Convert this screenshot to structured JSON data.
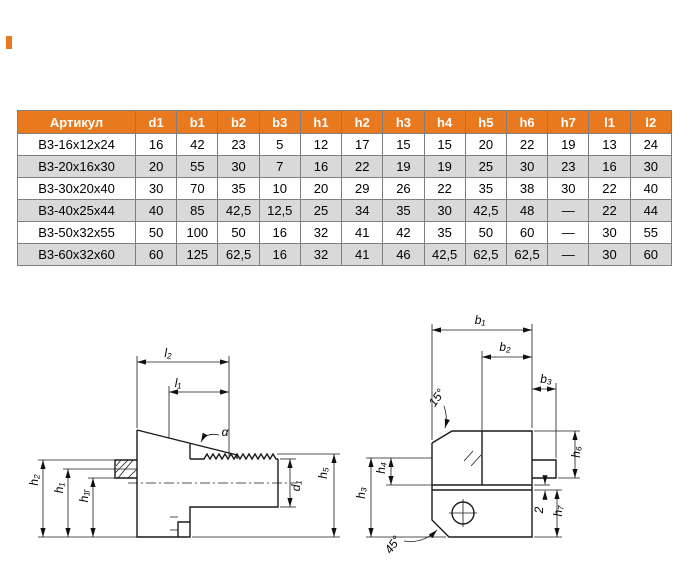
{
  "page": {
    "background": "#FFFFFF"
  },
  "colors": {
    "accent_orange": "#E8791F",
    "table_header_bg": "#E8791F",
    "table_header_text": "#FFFFFF",
    "table_row_alt_bg": "#D9D9D9",
    "table_border": "#7F7F7F",
    "drawing_line": "#1A1A1A"
  },
  "table": {
    "headers": [
      "Артикул",
      "d1",
      "b1",
      "b2",
      "b3",
      "h1",
      "h2",
      "h3",
      "h4",
      "h5",
      "h6",
      "h7",
      "l1",
      "l2"
    ],
    "rows": [
      [
        "B3-16x12x24",
        "16",
        "42",
        "23",
        "5",
        "12",
        "17",
        "15",
        "15",
        "20",
        "22",
        "19",
        "13",
        "24"
      ],
      [
        "B3-20x16x30",
        "20",
        "55",
        "30",
        "7",
        "16",
        "22",
        "19",
        "19",
        "25",
        "30",
        "23",
        "16",
        "30"
      ],
      [
        "B3-30x20x40",
        "30",
        "70",
        "35",
        "10",
        "20",
        "29",
        "26",
        "22",
        "35",
        "38",
        "30",
        "22",
        "40"
      ],
      [
        "B3-40x25x44",
        "40",
        "85",
        "42,5",
        "12,5",
        "25",
        "34",
        "35",
        "30",
        "42,5",
        "48",
        "—",
        "22",
        "44"
      ],
      [
        "B3-50x32x55",
        "50",
        "100",
        "50",
        "16",
        "32",
        "41",
        "42",
        "35",
        "50",
        "60",
        "—",
        "30",
        "55"
      ],
      [
        "B3-60x32x60",
        "60",
        "125",
        "62,5",
        "16",
        "32",
        "41",
        "46",
        "42,5",
        "62,5",
        "62,5",
        "—",
        "30",
        "60"
      ]
    ]
  },
  "drawings": {
    "left": {
      "view": "side view",
      "labels": {
        "l2": "l₂",
        "l1": "l₁",
        "alpha": "α",
        "h2": "h₂",
        "h1": "h₁",
        "h1r": "h₁ᵣ",
        "d1": "d₁",
        "h5": "h₅"
      }
    },
    "right": {
      "view": "front view",
      "labels": {
        "b1": "b₁",
        "b2": "b₂",
        "b3": "b₃",
        "angle15": "15°",
        "h4": "h₄",
        "h3": "h₃",
        "h6": "h₆",
        "h7": "h₇",
        "gap2": "2",
        "angle45": "45°"
      }
    }
  }
}
